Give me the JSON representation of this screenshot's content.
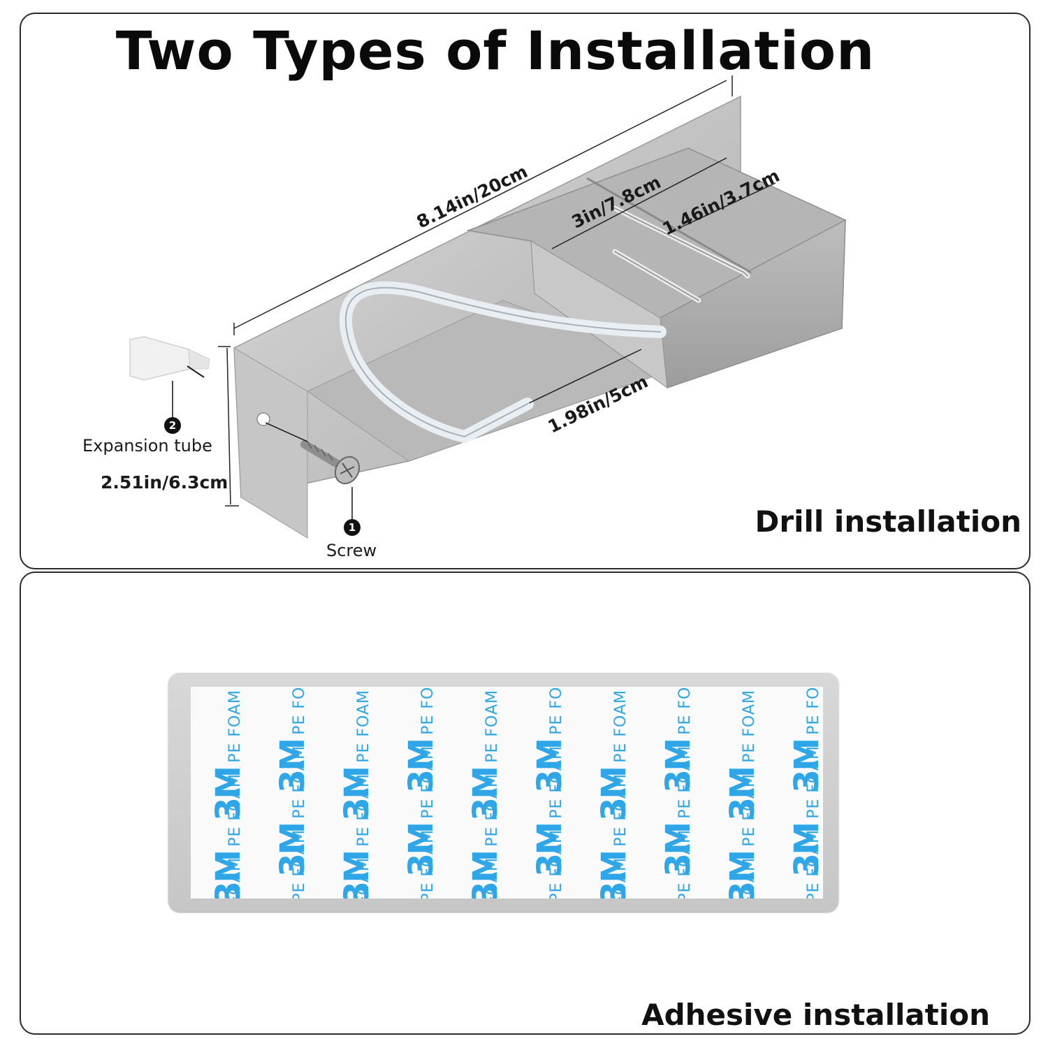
{
  "title": "Two Types of Installation",
  "drill": {
    "caption": "Drill installation",
    "dimensions": {
      "length": "8.14in/20cm",
      "depth": "3in/7.8cm",
      "slot": "1.46in/3.7cm",
      "hook": "1.98in/5cm",
      "height": "2.51in/6.3cm"
    },
    "parts": [
      {
        "number": "2",
        "label": "Expansion tube"
      },
      {
        "number": "1",
        "label": "Screw"
      }
    ]
  },
  "adhesive": {
    "caption": "Adhesive installation",
    "pad_brand": "3M",
    "pad_text": "PE FOAM"
  },
  "colors": {
    "steel": "#c9c9c9",
    "steel_dark": "#a9a9a9",
    "pad_print": "#2ea6e8"
  }
}
